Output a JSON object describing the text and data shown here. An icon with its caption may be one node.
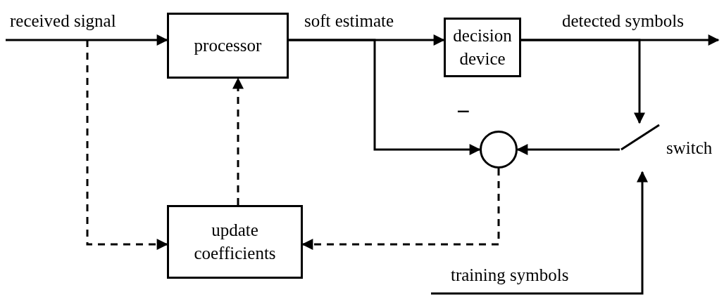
{
  "diagram": {
    "nodes": [
      {
        "text": [
          "processor"
        ]
      },
      {
        "text": [
          "decision device"
        ]
      },
      {
        "text": [],
        "shape": "circle"
      },
      {
        "text": [],
        "shape": "switch",
        "beside": [
          "switch"
        ]
      },
      {
        "text": [
          "update coefficients"
        ]
      }
    ],
    "edges": [
      {
        "from": null,
        "to": 0,
        "arrow": "to",
        "label": "received signal"
      },
      {
        "from": 0,
        "to": 1,
        "arrow": "to",
        "label": "soft estimate"
      },
      {
        "from": 1,
        "to": null,
        "arrow": "to",
        "label": "detected symbols"
      },
      {
        "from": 0,
        "to": 2,
        "arrow": "to"
      },
      {
        "from": 1,
        "to": 3,
        "arrow": "to"
      },
      {
        "from": 3,
        "to": 2,
        "arrow": "to"
      },
      {
        "from": null,
        "to": 3,
        "arrow": "to",
        "label": "training symbols"
      },
      {
        "from": null,
        "to": 4,
        "arrow": "to",
        "style": "dashed"
      },
      {
        "from": 4,
        "to": 0,
        "arrow": "to",
        "style": "dashed"
      },
      {
        "from": 2,
        "to": 4,
        "arrow": "to",
        "style": "dashed"
      }
    ],
    "labels": [
      "−"
    ]
  }
}
